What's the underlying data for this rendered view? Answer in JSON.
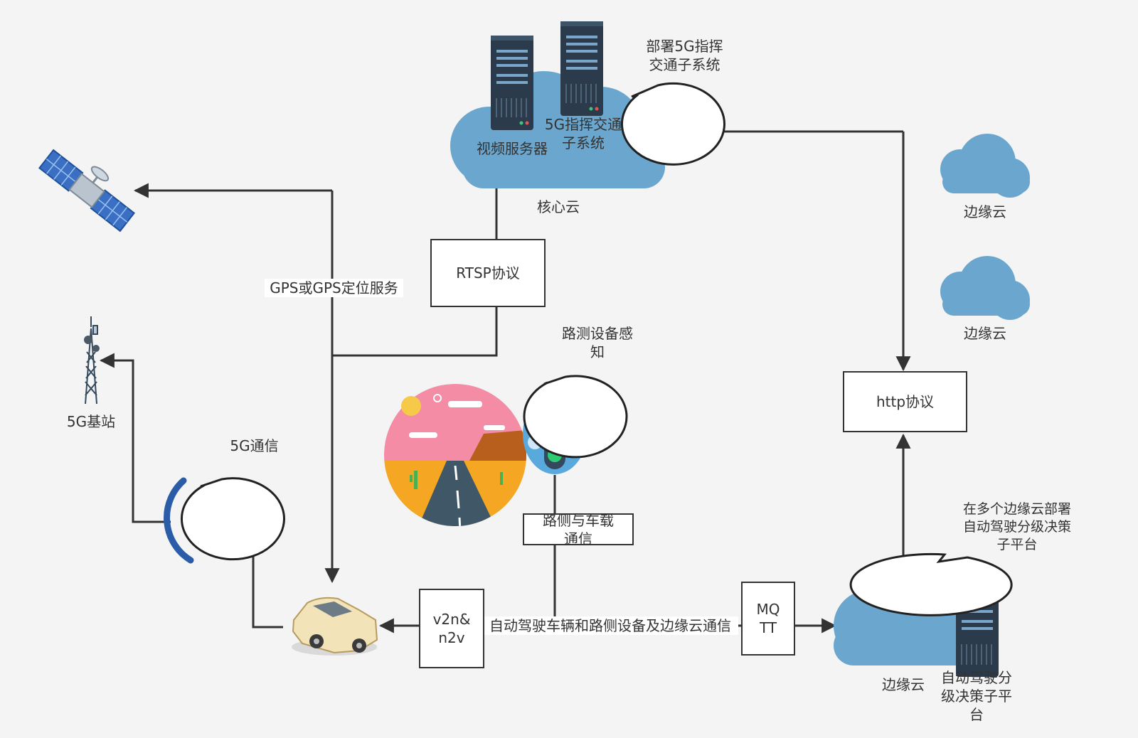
{
  "labels": {
    "video_server": "视频服务器",
    "command_system": "5G指挥交通\n子系统",
    "core_cloud": "核心云",
    "edge_cloud_1": "边缘云",
    "edge_cloud_2": "边缘云",
    "edge_cloud_3": "边缘云",
    "decision_platform": "自动驾驶分\n级决策子平\n台",
    "base_station": "5G基站",
    "gps_line": "GPS或GPS定位服务",
    "main_line": "自动驾驶车辆和路侧设备及边缘云通信"
  },
  "boxes": {
    "rtsp": "RTSP协议",
    "http": "http协议",
    "roadside": "路侧与车载\n通信",
    "v2n": "v2n&\nn2v",
    "mqtt": "MQ\nTT"
  },
  "bubbles": {
    "deploy_5g": "部署5G指挥\n交通子系统",
    "roadside_sensing": "路测设备感\n知",
    "comm_5g": "5G通信",
    "multi_edge": "在多个边缘云部署\n自动驾驶分级决策\n子平台"
  },
  "colors": {
    "cloud": "#6aa6cd",
    "server": "#2b3b4c",
    "line": "#333333",
    "signal": "#2a5ca8"
  }
}
